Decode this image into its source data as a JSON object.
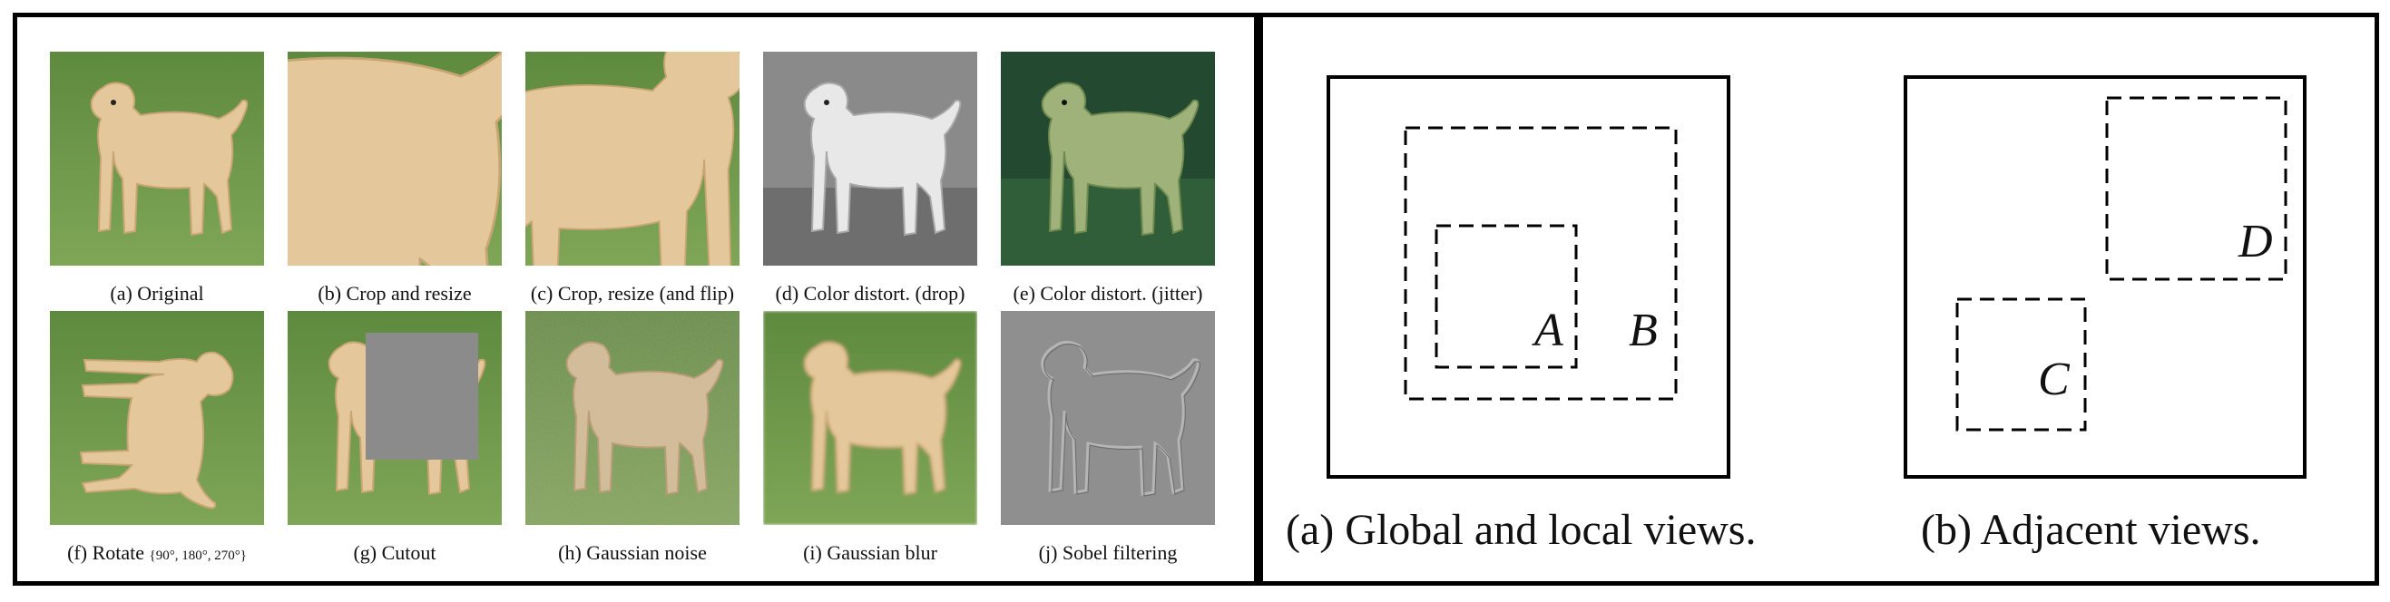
{
  "colors": {
    "grass_dark": "#4f7a36",
    "grass_light": "#7da455",
    "dog_fur": "#e4c79a",
    "dog_shadow": "#c9a574",
    "gray_patch": "#8b8b8b",
    "sobel_bg": "#8f8f8f"
  },
  "augmentations": [
    {
      "id": "a",
      "caption": "(a) Original"
    },
    {
      "id": "b",
      "caption": "(b) Crop and resize"
    },
    {
      "id": "c",
      "caption": "(c) Crop, resize (and flip)"
    },
    {
      "id": "d",
      "caption": "(d) Color distort. (drop)"
    },
    {
      "id": "e",
      "caption": "(e) Color distort. (jitter)"
    },
    {
      "id": "f",
      "caption": "(f) Rotate",
      "caption_sub": "{90°, 180°, 270°}"
    },
    {
      "id": "g",
      "caption": "(g) Cutout"
    },
    {
      "id": "h",
      "caption": "(h) Gaussian noise"
    },
    {
      "id": "i",
      "caption": "(i) Gaussian blur"
    },
    {
      "id": "j",
      "caption": "(j) Sobel filtering"
    }
  ],
  "views": {
    "global_local": {
      "caption": "(a) Global and local views.",
      "inner": "A",
      "outer": "B"
    },
    "adjacent": {
      "caption": "(b) Adjacent views.",
      "first": "C",
      "second": "D"
    }
  }
}
